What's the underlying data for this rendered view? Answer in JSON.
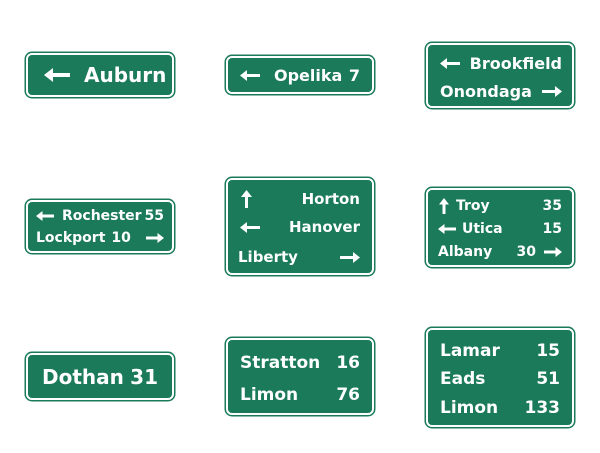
{
  "colors": {
    "sign_green": "#1a7a5a",
    "legend": "#ffffff",
    "background": "#ffffff"
  },
  "signs": [
    {
      "id": "auburn",
      "rows": [
        {
          "arrow": "left-arrow-icon",
          "name": "Auburn",
          "distance": ""
        }
      ]
    },
    {
      "id": "opelika",
      "rows": [
        {
          "arrow": "left-arrow-icon",
          "name": "Opelika",
          "distance": "7"
        }
      ]
    },
    {
      "id": "brookfield-onondaga",
      "rows": [
        {
          "arrow": "left-arrow-icon",
          "name": "Brookfield",
          "distance": ""
        },
        {
          "arrow": "right-arrow-icon",
          "name": "Onondaga",
          "distance": ""
        }
      ]
    },
    {
      "id": "rochester-lockport",
      "rows": [
        {
          "arrow": "left-arrow-icon",
          "name": "Rochester",
          "distance": "55"
        },
        {
          "arrow": "right-arrow-icon",
          "name": "Lockport",
          "distance": "10"
        }
      ]
    },
    {
      "id": "horton-hanover-liberty",
      "rows": [
        {
          "arrow": "up-arrow-icon",
          "name": "Horton",
          "distance": ""
        },
        {
          "arrow": "left-arrow-icon",
          "name": "Hanover",
          "distance": ""
        },
        {
          "arrow": "right-arrow-icon",
          "name": "Liberty",
          "distance": ""
        }
      ]
    },
    {
      "id": "troy-utica-albany",
      "rows": [
        {
          "arrow": "up-arrow-icon",
          "name": "Troy",
          "distance": "35"
        },
        {
          "arrow": "left-arrow-icon",
          "name": "Utica",
          "distance": "15"
        },
        {
          "arrow": "right-arrow-icon",
          "name": "Albany",
          "distance": "30"
        }
      ]
    },
    {
      "id": "dothan",
      "rows": [
        {
          "arrow": "",
          "name": "Dothan",
          "distance": "31"
        }
      ]
    },
    {
      "id": "stratton-limon",
      "rows": [
        {
          "arrow": "",
          "name": "Stratton",
          "distance": "16"
        },
        {
          "arrow": "",
          "name": "Limon",
          "distance": "76"
        }
      ]
    },
    {
      "id": "lamar-eads-limon",
      "rows": [
        {
          "arrow": "",
          "name": "Lamar",
          "distance": "15"
        },
        {
          "arrow": "",
          "name": "Eads",
          "distance": "51"
        },
        {
          "arrow": "",
          "name": "Limon",
          "distance": "133"
        }
      ]
    }
  ]
}
